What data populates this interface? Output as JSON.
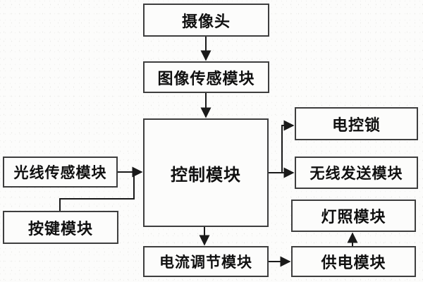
{
  "diagram": {
    "type": "block-diagram",
    "language": "zh-CN",
    "background_color": "#fcfcfb",
    "box_border_color": "#3e3e3e",
    "text_color": "#101010",
    "arrow_color": "#1a1a1a",
    "nodes": [
      {
        "id": "camera",
        "label": "摄像头"
      },
      {
        "id": "image-sensor",
        "label": "图像传感模块"
      },
      {
        "id": "control",
        "label": "控制模块"
      },
      {
        "id": "light-sensor",
        "label": "光线传感模块"
      },
      {
        "id": "key-module",
        "label": "按键模块"
      },
      {
        "id": "electric-lock",
        "label": "电控锁"
      },
      {
        "id": "wireless-send",
        "label": "无线发送模块"
      },
      {
        "id": "lighting",
        "label": "灯照模块"
      },
      {
        "id": "power-supply",
        "label": "供电模块"
      },
      {
        "id": "current-regulation",
        "label": "电流调节模块"
      }
    ],
    "edges": [
      {
        "from": "camera",
        "to": "image-sensor",
        "arrow": "down"
      },
      {
        "from": "image-sensor",
        "to": "control",
        "arrow": "down"
      },
      {
        "from": "light-sensor",
        "to": "control",
        "arrow": "right"
      },
      {
        "from": "key-module",
        "to": "control",
        "arrow": "right",
        "note": "merges-with-light-sensor-arrow"
      },
      {
        "from": "control",
        "to": "electric-lock",
        "arrow": "right"
      },
      {
        "from": "control",
        "to": "wireless-send",
        "arrow": "right"
      },
      {
        "from": "control",
        "to": "current-regulation",
        "arrow": "down"
      },
      {
        "from": "current-regulation",
        "to": "power-supply",
        "arrow": "right"
      },
      {
        "from": "power-supply",
        "to": "lighting",
        "arrow": "up"
      }
    ]
  }
}
